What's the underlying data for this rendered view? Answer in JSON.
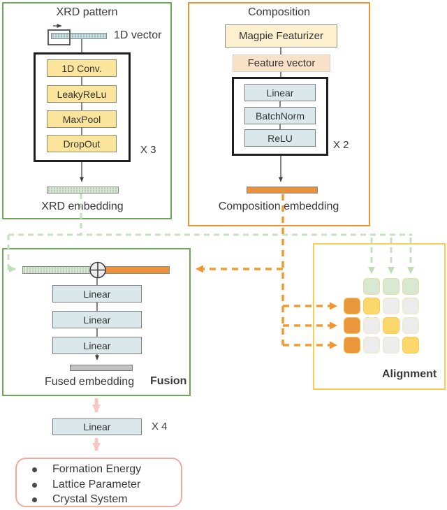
{
  "palette": {
    "green_accent": "#6CA75A",
    "orange_accent": "#F1932D",
    "yellow_accent": "#F8CF55",
    "pink_accent": "#F2A9A1",
    "yellow_block": "#FBE49C",
    "blue_block": "#DAE7EB",
    "green_embedding": "#D9E8D4",
    "orange_embedding": "#E9923B"
  },
  "xrd": {
    "title": "XRD pattern",
    "vector_label": "1D vector",
    "blocks": [
      "1D Conv.",
      "LeakyReLu",
      "MaxPool",
      "DropOut"
    ],
    "repeat_label": "X 3",
    "embedding_label": "XRD embedding"
  },
  "composition": {
    "title": "Composition",
    "featurizer_label": "Magpie Featurizer",
    "feature_vector_label": "Feature vector",
    "blocks": [
      "Linear",
      "BatchNorm",
      "ReLU"
    ],
    "repeat_label": "X 2",
    "embedding_label": "Composition embedding"
  },
  "fusion": {
    "title": "Fusion",
    "blocks": [
      "Linear",
      "Linear",
      "Linear"
    ],
    "embedding_label": "Fused embedding"
  },
  "alignment": {
    "title": "Alignment",
    "cells": [
      "cell c-empty",
      "cell c-green",
      "cell c-green",
      "cell c-green",
      "cell c-orange",
      "cell c-yellow",
      "cell c-gray",
      "cell c-gray",
      "cell c-orange",
      "cell c-gray",
      "cell c-yellow",
      "cell c-gray",
      "cell c-orange",
      "cell c-gray",
      "cell c-gray",
      "cell c-yellow"
    ]
  },
  "head": {
    "linear_label": "Linear",
    "repeat_label": "X 4"
  },
  "output": {
    "items": [
      "Formation Energy",
      "Lattice Parameter",
      "Crystal System"
    ]
  }
}
